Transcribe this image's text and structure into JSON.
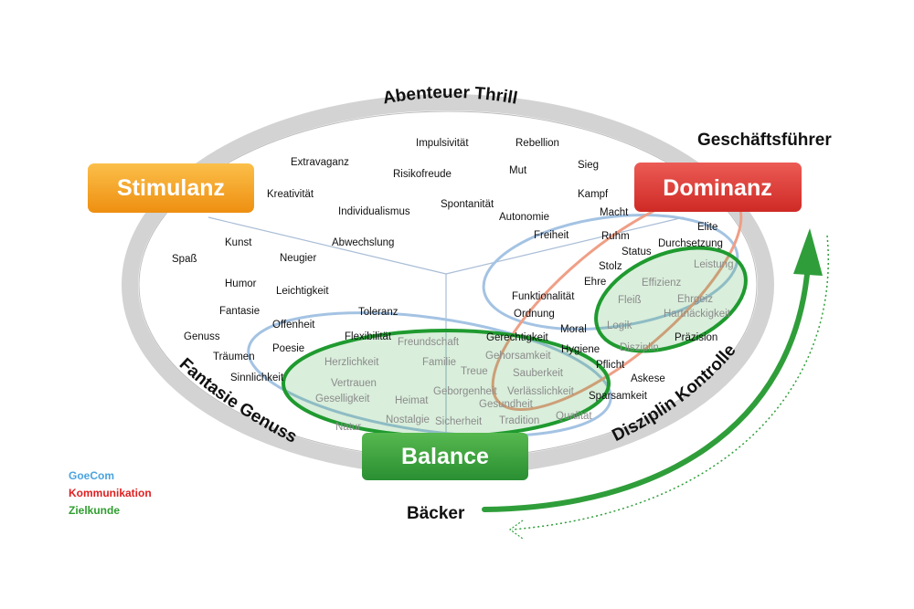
{
  "ring_labels": {
    "top": "Abenteuer Thrill",
    "left": "Fantasie Genuss",
    "right": "Disziplin Kontrolle"
  },
  "boxes": {
    "stimulanz": "Stimulanz",
    "dominanz": "Dominanz",
    "balance": "Balance"
  },
  "annotations": {
    "ceo": "Geschäftsführer",
    "baker": "Bäcker"
  },
  "legend": [
    {
      "label": "GoeCom",
      "color": "#4aa3df"
    },
    {
      "label": "Kommunikation",
      "color": "#e02020"
    },
    {
      "label": "Zielkunde",
      "color": "#2f9e2f"
    }
  ],
  "colors": {
    "ring": "#d0d0d0",
    "stimulanz": "#f4a11c",
    "dominanz": "#e0302e",
    "balance": "#2f9e3a",
    "goecom_ellipse": "#9dbfe2",
    "kommunikation_ellipse": "#ee9c80",
    "zielkunde_ellipse": "#1f9a2f"
  },
  "words": {
    "impulsivitaet": "Impulsivität",
    "rebellion": "Rebellion",
    "extravaganz": "Extravaganz",
    "risikofreude": "Risikofreude",
    "mut": "Mut",
    "sieg": "Sieg",
    "kreativitaet": "Kreativität",
    "spontanitaet": "Spontanität",
    "kampf": "Kampf",
    "individualismus": "Individualismus",
    "autonomie": "Autonomie",
    "macht": "Macht",
    "elite": "Elite",
    "kunst": "Kunst",
    "abwechslung": "Abwechslung",
    "freiheit": "Freiheit",
    "ruhm": "Ruhm",
    "durchsetzung": "Durchsetzung",
    "spass": "Spaß",
    "neugier": "Neugier",
    "status": "Status",
    "leistung": "Leistung",
    "humor": "Humor",
    "stolz": "Stolz",
    "ehre": "Ehre",
    "effizienz": "Effizienz",
    "leichtigkeit": "Leichtigkeit",
    "funktionalitaet": "Funktionalität",
    "fleiss": "Fleiß",
    "ehrgeiz": "Ehrgeiz",
    "fantasie": "Fantasie",
    "toleranz": "Toleranz",
    "ordnung": "Ordnung",
    "haertnaeckigkeit": "Hartnäckigkeit",
    "offenheit": "Offenheit",
    "moral": "Moral",
    "logik": "Logik",
    "genuss": "Genuss",
    "flexibilitaet": "Flexibilität",
    "gerechtigkeit": "Gerechtigkeit",
    "praezision": "Präzision",
    "poesie": "Poesie",
    "freundschaft": "Freundschaft",
    "hygiene": "Hygiene",
    "disziplin": "Disziplin",
    "traeumen": "Träumen",
    "geborgenheit_top": "Gehorsamkeit",
    "herzlichkeit": "Herzlichkeit",
    "familie": "Familie",
    "pflicht": "Pflicht",
    "sinnlichkeit": "Sinnlichkeit",
    "treue": "Treue",
    "sauberkeit": "Sauberkeit",
    "askese": "Askese",
    "vertrauen": "Vertrauen",
    "geselligkeit": "Geselligkeit",
    "heimat": "Heimat",
    "geborgenheit": "Geborgenheit",
    "verlaesslichkeit": "Verlässlichkeit",
    "sparsamkeit": "Sparsamkeit",
    "gesundheit": "Gesundheit",
    "nostalgie": "Nostalgie",
    "sicherheit": "Sicherheit",
    "tradition": "Tradition",
    "qualitaet": "Qualität",
    "natur": "Natur"
  }
}
